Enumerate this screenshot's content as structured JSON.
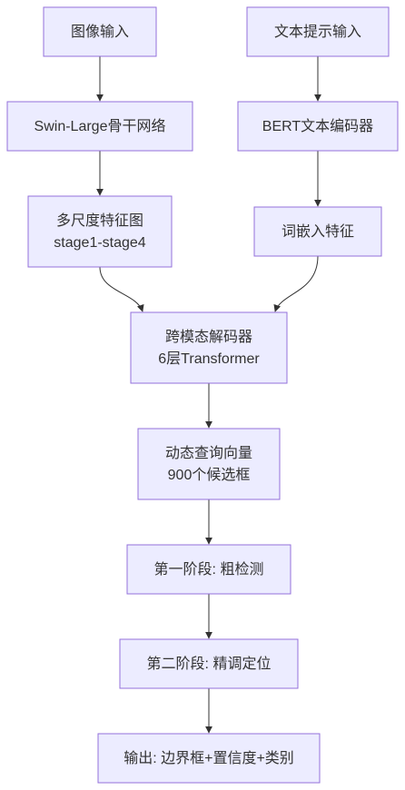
{
  "nodes": [
    {
      "id": "image-input",
      "lines": [
        "图像输入"
      ]
    },
    {
      "id": "text-prompt-input",
      "lines": [
        "文本提示输入"
      ]
    },
    {
      "id": "swin-backbone",
      "lines": [
        "Swin-Large骨干网络"
      ]
    },
    {
      "id": "bert-encoder",
      "lines": [
        "BERT文本编码器"
      ]
    },
    {
      "id": "multiscale-features",
      "lines": [
        "多尺度特征图",
        "stage1-stage4"
      ]
    },
    {
      "id": "word-embeddings",
      "lines": [
        "词嵌入特征"
      ]
    },
    {
      "id": "cross-modal-decoder",
      "lines": [
        "跨模态解码器",
        "6层Transformer"
      ]
    },
    {
      "id": "dynamic-queries",
      "lines": [
        "动态查询向量",
        "900个候选框"
      ]
    },
    {
      "id": "stage-one",
      "lines": [
        "第一阶段: 粗检测"
      ]
    },
    {
      "id": "stage-two",
      "lines": [
        "第二阶段: 精调定位"
      ]
    },
    {
      "id": "output",
      "lines": [
        "输出: 边界框+置信度+类别"
      ]
    }
  ],
  "edges": [
    {
      "from": "image-input",
      "to": "swin-backbone"
    },
    {
      "from": "text-prompt-input",
      "to": "bert-encoder"
    },
    {
      "from": "swin-backbone",
      "to": "multiscale-features"
    },
    {
      "from": "bert-encoder",
      "to": "word-embeddings"
    },
    {
      "from": "multiscale-features",
      "to": "cross-modal-decoder"
    },
    {
      "from": "word-embeddings",
      "to": "cross-modal-decoder"
    },
    {
      "from": "cross-modal-decoder",
      "to": "dynamic-queries"
    },
    {
      "from": "dynamic-queries",
      "to": "stage-one"
    },
    {
      "from": "stage-one",
      "to": "stage-two"
    },
    {
      "from": "stage-two",
      "to": "output"
    }
  ]
}
